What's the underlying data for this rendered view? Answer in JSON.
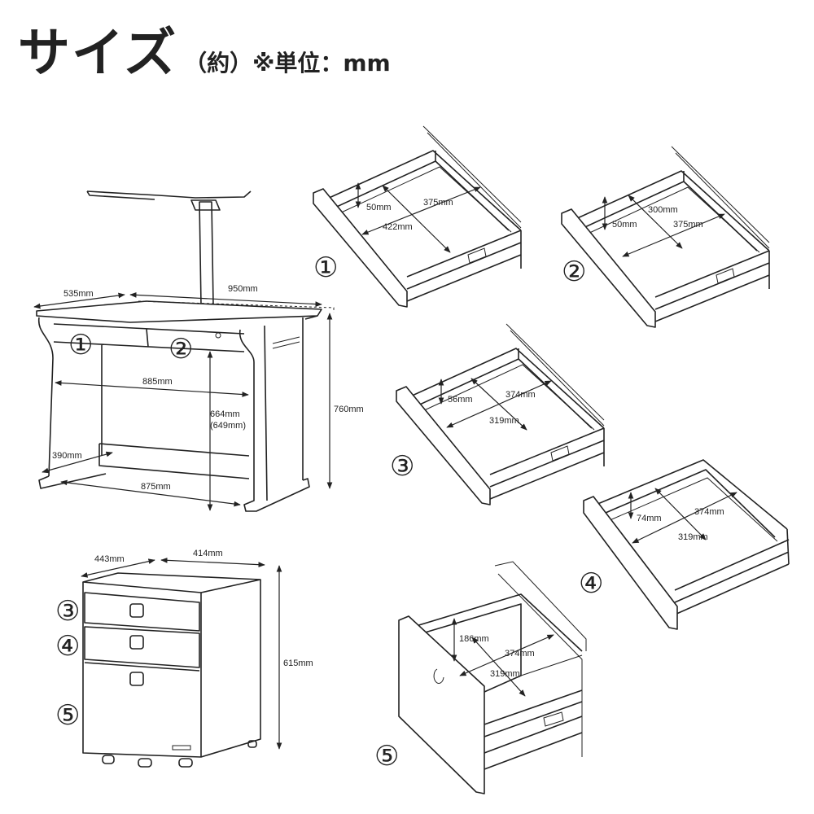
{
  "header": {
    "title": "サイズ",
    "subtitle": "（約）※単位：mm"
  },
  "desk": {
    "depth": "535mm",
    "width": "950mm",
    "inner_width": "885mm",
    "knee_height": "664mm",
    "knee_height_alt": "(649mm)",
    "height": "760mm",
    "foot_depth": "390mm",
    "floor_width": "875mm",
    "drawer_labels": [
      "①",
      "②"
    ]
  },
  "cabinet": {
    "depth": "443mm",
    "width": "414mm",
    "height": "615mm",
    "drawer_labels": [
      "③",
      "④",
      "⑤"
    ]
  },
  "drawers": [
    {
      "label": "①",
      "height": "50mm",
      "width": "375mm",
      "depth": "422mm"
    },
    {
      "label": "②",
      "height": "50mm",
      "width": "375mm",
      "depth": "300mm"
    },
    {
      "label": "③",
      "height": "56mm",
      "width": "374mm",
      "depth": "319mm"
    },
    {
      "label": "④",
      "height": "74mm",
      "width": "374mm",
      "depth": "319mm"
    },
    {
      "label": "⑤",
      "height": "186mm",
      "width": "374mm",
      "depth": "319mm"
    }
  ]
}
